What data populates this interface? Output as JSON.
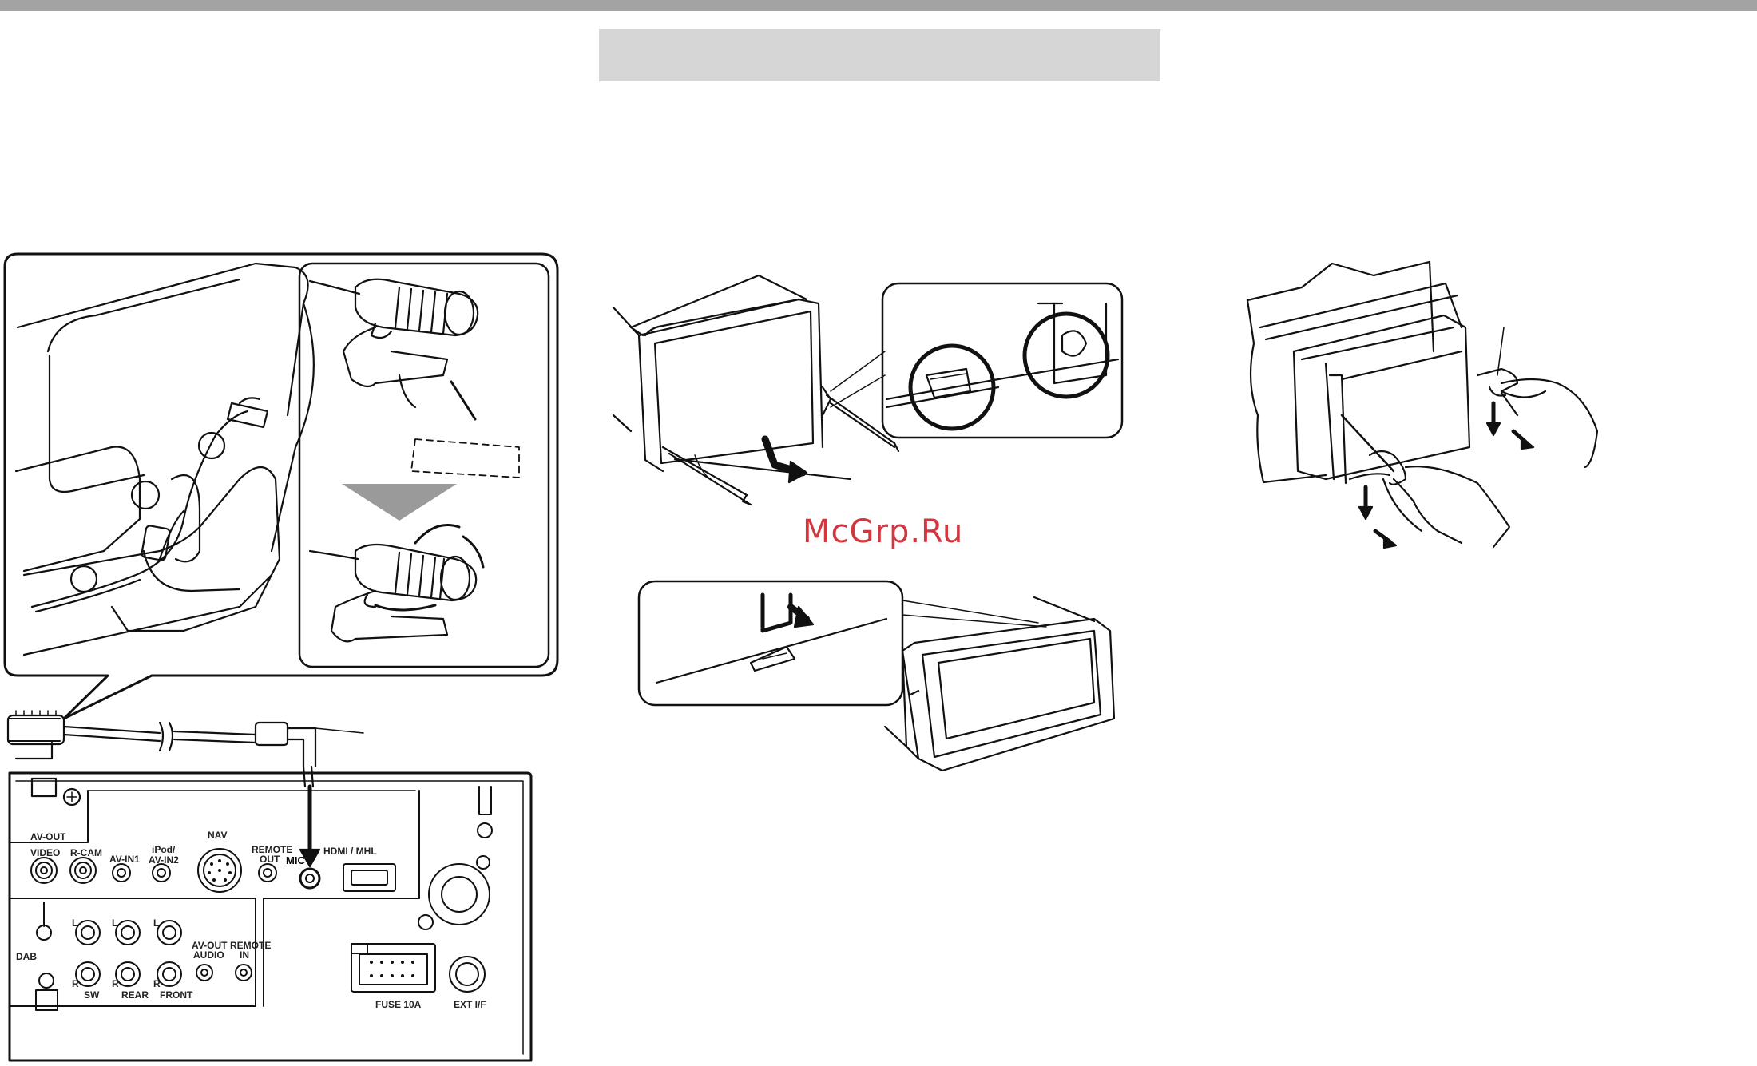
{
  "watermark": "McGrp.Ru",
  "ports": {
    "av_out": "AV-OUT",
    "video": "VIDEO",
    "r_cam": "R-CAM",
    "av_in1": "AV-IN1",
    "ipod_line1": "iPod/",
    "ipod_line2": "AV-IN2",
    "nav": "NAV",
    "remote_out_line1": "REMOTE",
    "remote_out_line2": "OUT",
    "mic": "MIC",
    "hdmi": "HDMI / MHL",
    "dab": "DAB",
    "sw": "SW",
    "rear": "REAR",
    "front": "FRONT",
    "av_out_audio_line1": "AV-OUT",
    "av_out_audio_line2": "AUDIO",
    "remote_in_line1": "REMOTE",
    "remote_in_line2": "IN",
    "fuse": "FUSE 10A",
    "ext_if": "EXT I/F",
    "ch_l": "L",
    "ch_r": "R"
  },
  "colors": {
    "top_bar": "#a3a3a3",
    "header_box": "#d6d6d6",
    "watermark": "#d0262e",
    "arrow_fill": "#9a9a9a"
  }
}
